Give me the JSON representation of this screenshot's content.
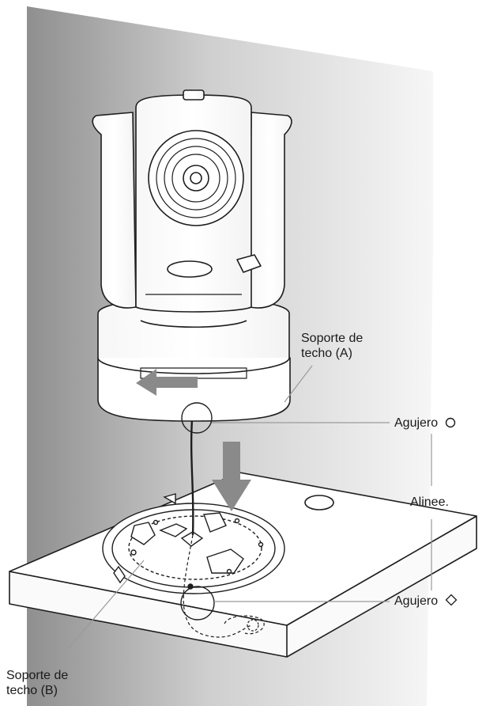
{
  "labels": {
    "support_a_line1": "Soporte de",
    "support_a_line2": "techo (A)",
    "hole_circle": "Agujero",
    "align": "Alinee.",
    "hole_diamond": "Agujero",
    "support_b_line1": "Soporte de",
    "support_b_line2": "techo (B)"
  },
  "symbols": {
    "hole_circle_symbol": "circle",
    "hole_diamond_symbol": "diamond"
  },
  "colors": {
    "wall_dark": "#8f8f8f",
    "wall_light": "#f2f2f2",
    "arrow": "#8a8a8a",
    "line": "#1e1e1e",
    "callout_line": "#9a9a9a"
  }
}
